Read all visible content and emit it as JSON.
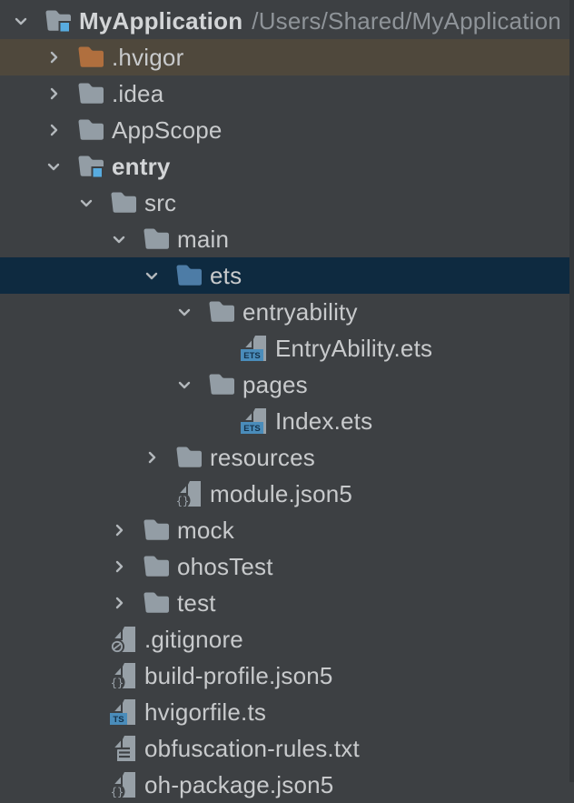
{
  "colors": {
    "background": "#3d4043",
    "panel_edge": "#34373a",
    "selection_bg": "#0e2a40",
    "highlight_bg": "#4f483c",
    "folder": "#939da5",
    "folder_excluded": "#b06f3e",
    "folder_source": "#4d7ca6",
    "module_badge_blue": "#58ace0",
    "file_badge_blue": "#4a8cba",
    "badge_text_dark": "#143149",
    "page": "#97a0a7",
    "glyph": "#9aa2a9",
    "chevron": "#b3b8bc",
    "text": "#c8cacc",
    "text_bold": "#d3d5d7",
    "path_text": "#8f9499"
  },
  "icons": {
    "ets_badge_label": "ETS",
    "ts_badge_label": "TS",
    "json5_badge_label": "{}"
  },
  "tree": {
    "rows": [
      {
        "label": "MyApplication",
        "path": "/Users/Shared/MyApplication",
        "level": 0,
        "icon": "module",
        "expanded": true,
        "bold": true,
        "state": null
      },
      {
        "label": ".hvigor",
        "level": 1,
        "icon": "folder-excluded",
        "expanded": false,
        "bold": false,
        "state": "highlighted"
      },
      {
        "label": ".idea",
        "level": 1,
        "icon": "folder",
        "expanded": false,
        "bold": false,
        "state": null
      },
      {
        "label": "AppScope",
        "level": 1,
        "icon": "folder",
        "expanded": false,
        "bold": false,
        "state": null
      },
      {
        "label": "entry",
        "level": 1,
        "icon": "module",
        "expanded": true,
        "bold": true,
        "state": null
      },
      {
        "label": "src",
        "level": 2,
        "icon": "folder",
        "expanded": true,
        "bold": false,
        "state": null
      },
      {
        "label": "main",
        "level": 3,
        "icon": "folder",
        "expanded": true,
        "bold": false,
        "state": null
      },
      {
        "label": "ets",
        "level": 4,
        "icon": "folder-source",
        "expanded": true,
        "bold": false,
        "state": "selected"
      },
      {
        "label": "entryability",
        "level": 5,
        "icon": "folder",
        "expanded": true,
        "bold": false,
        "state": null
      },
      {
        "label": "EntryAbility.ets",
        "level": 6,
        "icon": "ets-file",
        "expanded": null,
        "bold": false,
        "state": null
      },
      {
        "label": "pages",
        "level": 5,
        "icon": "folder",
        "expanded": true,
        "bold": false,
        "state": null
      },
      {
        "label": "Index.ets",
        "level": 6,
        "icon": "ets-file",
        "expanded": null,
        "bold": false,
        "state": null
      },
      {
        "label": "resources",
        "level": 4,
        "icon": "folder",
        "expanded": false,
        "bold": false,
        "state": null
      },
      {
        "label": "module.json5",
        "level": 4,
        "icon": "json5-file",
        "expanded": null,
        "bold": false,
        "state": null
      },
      {
        "label": "mock",
        "level": 3,
        "icon": "folder",
        "expanded": false,
        "bold": false,
        "state": null
      },
      {
        "label": "ohosTest",
        "level": 3,
        "icon": "folder",
        "expanded": false,
        "bold": false,
        "state": null
      },
      {
        "label": "test",
        "level": 3,
        "icon": "folder",
        "expanded": false,
        "bold": false,
        "state": null
      },
      {
        "label": ".gitignore",
        "level": 2,
        "icon": "gitignore-file",
        "expanded": null,
        "bold": false,
        "state": null
      },
      {
        "label": "build-profile.json5",
        "level": 2,
        "icon": "json5-file",
        "expanded": null,
        "bold": false,
        "state": null
      },
      {
        "label": "hvigorfile.ts",
        "level": 2,
        "icon": "ts-file",
        "expanded": null,
        "bold": false,
        "state": null
      },
      {
        "label": "obfuscation-rules.txt",
        "level": 2,
        "icon": "txt-file",
        "expanded": null,
        "bold": false,
        "state": null
      },
      {
        "label": "oh-package.json5",
        "level": 2,
        "icon": "json5-file",
        "expanded": null,
        "bold": false,
        "state": null
      }
    ]
  }
}
